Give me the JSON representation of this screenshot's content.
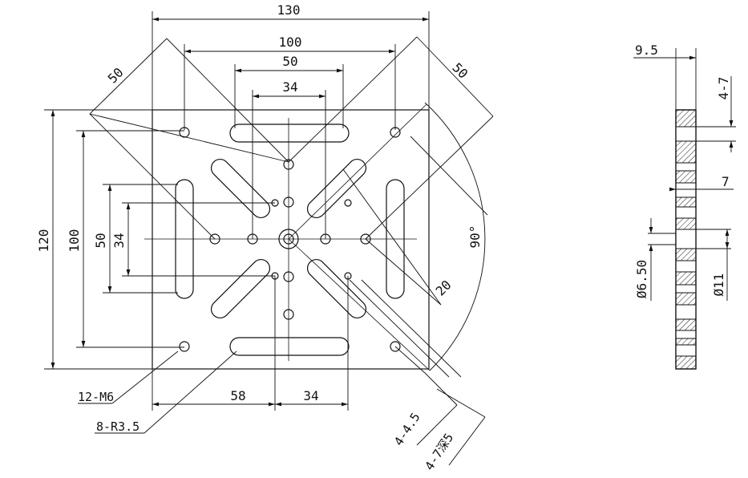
{
  "front_view": {
    "dim_top_130": "130",
    "dim_top_100": "100",
    "dim_top_50": "50",
    "dim_top_34": "34",
    "dim_left_120": "120",
    "dim_left_100": "100",
    "dim_left_50": "50",
    "dim_left_34": "34",
    "dim_diag_50_left": "50",
    "dim_diag_50_right": "50",
    "dim_diag_20": "20",
    "angle_90": "90°",
    "dim_bottom_58": "58",
    "dim_bottom_34": "34",
    "label_thread_holes": "12-M6",
    "label_slots": "8-R3.5",
    "label_through_holes": "4-4.5",
    "label_counterbore": "4-7深5"
  },
  "side_view": {
    "dim_thickness": "9.5",
    "dim_4_7": "4-7",
    "dim_7": "7",
    "dim_phi_650": "Ø6.50",
    "dim_phi_11": "Ø11"
  }
}
